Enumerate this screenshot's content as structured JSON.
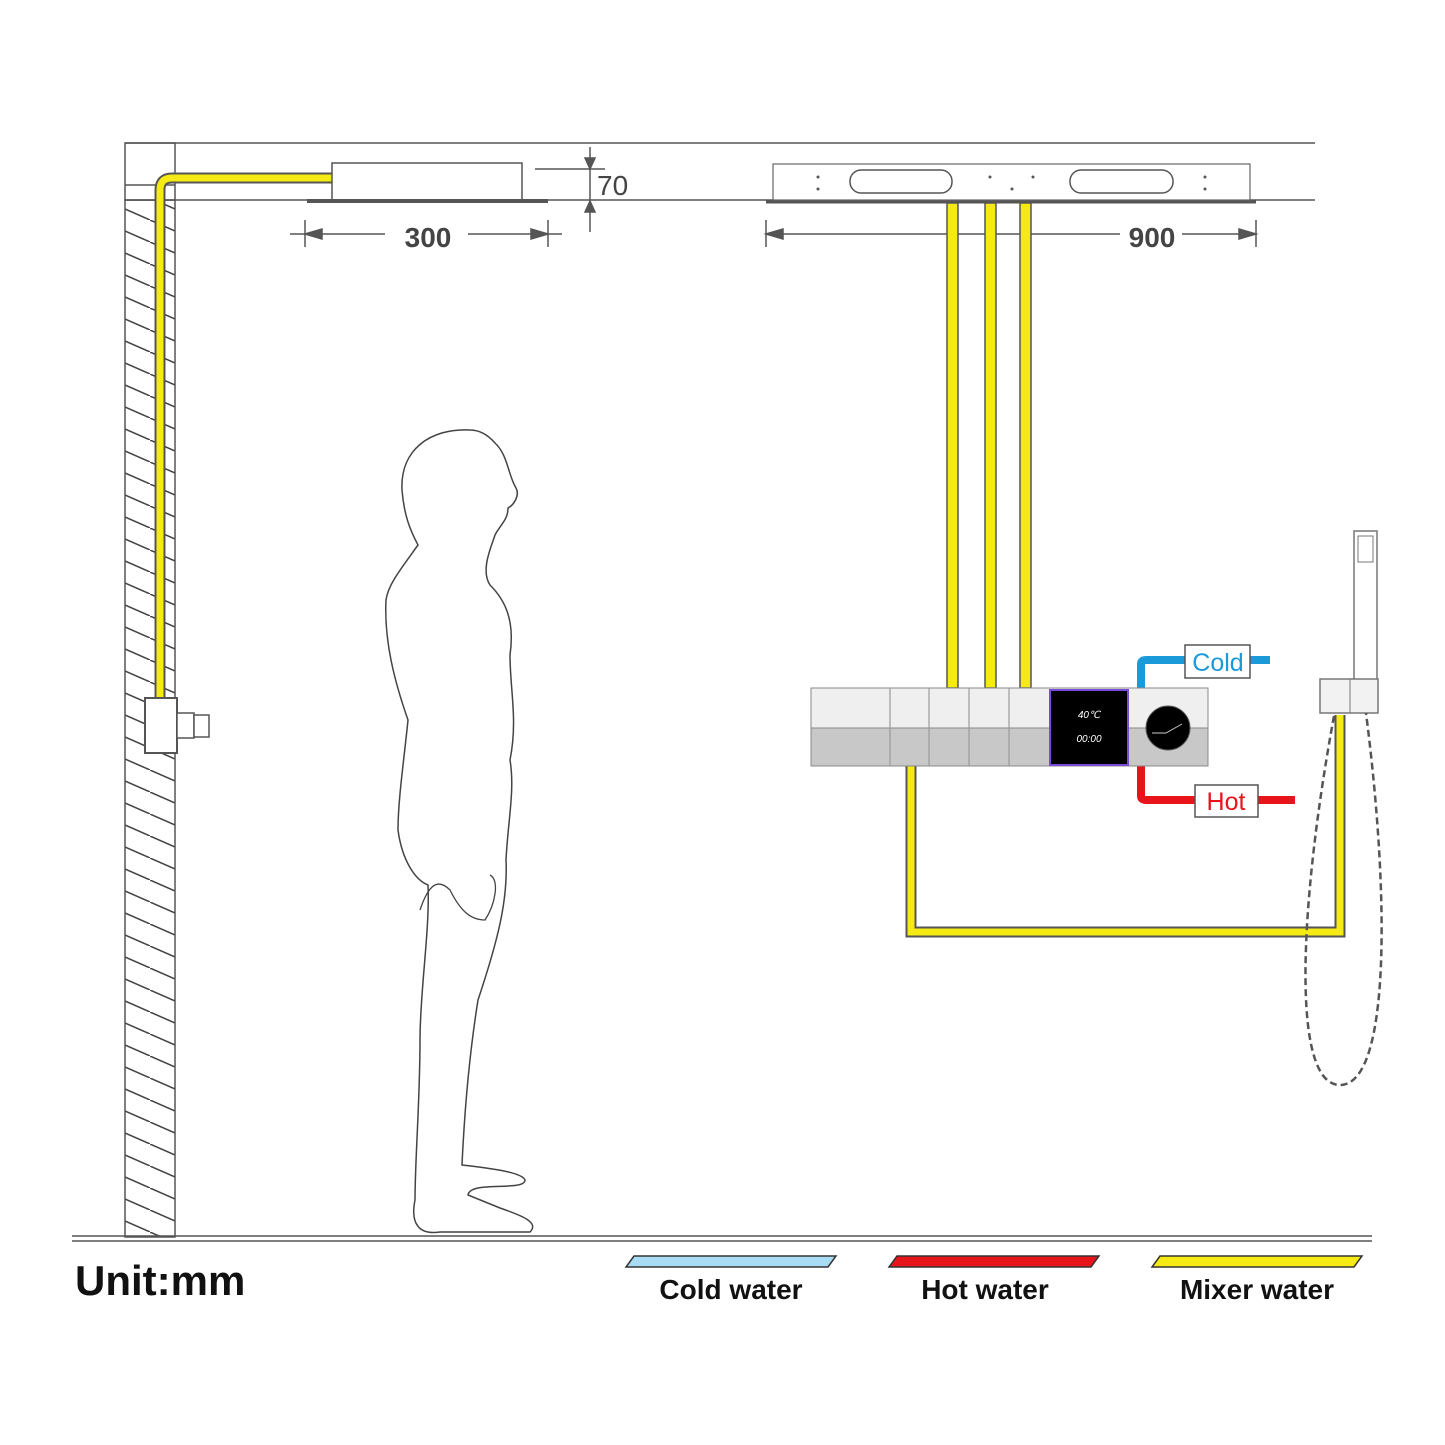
{
  "dimensions": {
    "height": "70",
    "shower_width": "300",
    "panel_width": "900"
  },
  "panel": {
    "temperature": "40℃",
    "time": "00:00"
  },
  "inlets": {
    "cold": "Cold",
    "hot": "Hot"
  },
  "unit_label": "Unit:mm",
  "legend": [
    {
      "label": "Cold water",
      "color": "#a8dcf5"
    },
    {
      "label": "Hot water",
      "color": "#e8141c"
    },
    {
      "label": "Mixer water",
      "color": "#f6ea14"
    }
  ],
  "colors": {
    "mixer": "#f6ea14",
    "cold": "#1a9ad8",
    "hot": "#e8141c",
    "line": "#555555"
  }
}
